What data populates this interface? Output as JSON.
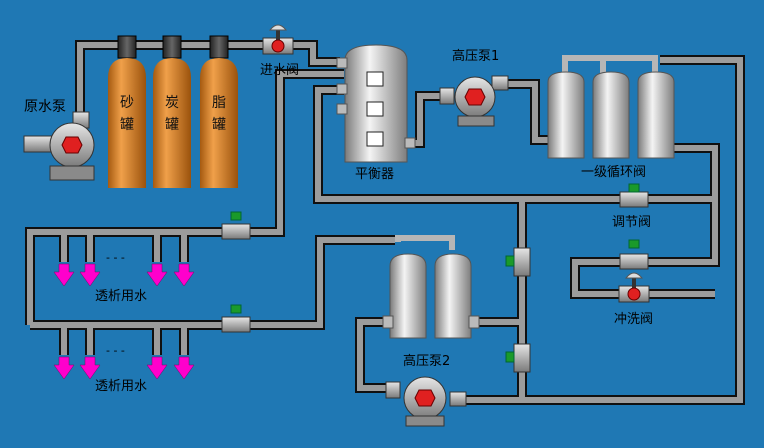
{
  "labels": {
    "raw_pump": "原水泵",
    "inlet_valve": "进水阀",
    "high_pump_1": "高压泵1",
    "balancer": "平衡器",
    "primary_loop_valve": "一级循环阀",
    "regulating_valve": "调节阀",
    "flush_valve": "冲洗阀",
    "high_pump_2": "高压泵2",
    "permeate_1": "透析用水",
    "permeate_2": "透析用水",
    "ellipsis": "- - -"
  },
  "tanks": [
    {
      "id": "sand",
      "chars": [
        "砂",
        "罐"
      ]
    },
    {
      "id": "carbon",
      "chars": [
        "炭",
        "罐"
      ]
    },
    {
      "id": "resin",
      "chars": [
        "脂",
        "罐"
      ]
    }
  ],
  "colors": {
    "background": "#1f78b4",
    "pipe": "#8d8d8d",
    "tank": "#cf7a1e",
    "vessel": "#b8b8b8",
    "valve_red": "#e02020",
    "valve_green": "#1a9a2a",
    "outlet_arrow": "#ff00cc"
  }
}
